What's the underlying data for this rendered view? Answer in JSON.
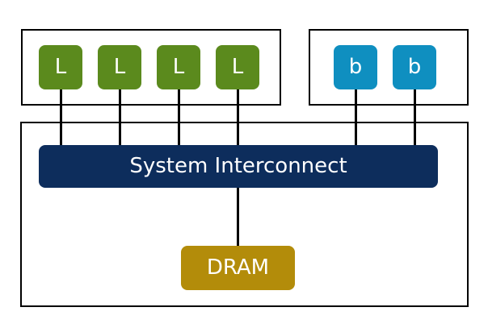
{
  "colors": {
    "little_core": "#5b8a1d",
    "big_core": "#0f8fc0",
    "interconnect": "#0d2d5c",
    "dram": "#b38c0a",
    "lines": "#000000"
  },
  "little_cores": [
    {
      "label": "L"
    },
    {
      "label": "L"
    },
    {
      "label": "L"
    },
    {
      "label": "L"
    }
  ],
  "big_cores": [
    {
      "label": "b"
    },
    {
      "label": "b"
    }
  ],
  "interconnect": {
    "label": "System Interconnect"
  },
  "dram": {
    "label": "DRAM"
  }
}
